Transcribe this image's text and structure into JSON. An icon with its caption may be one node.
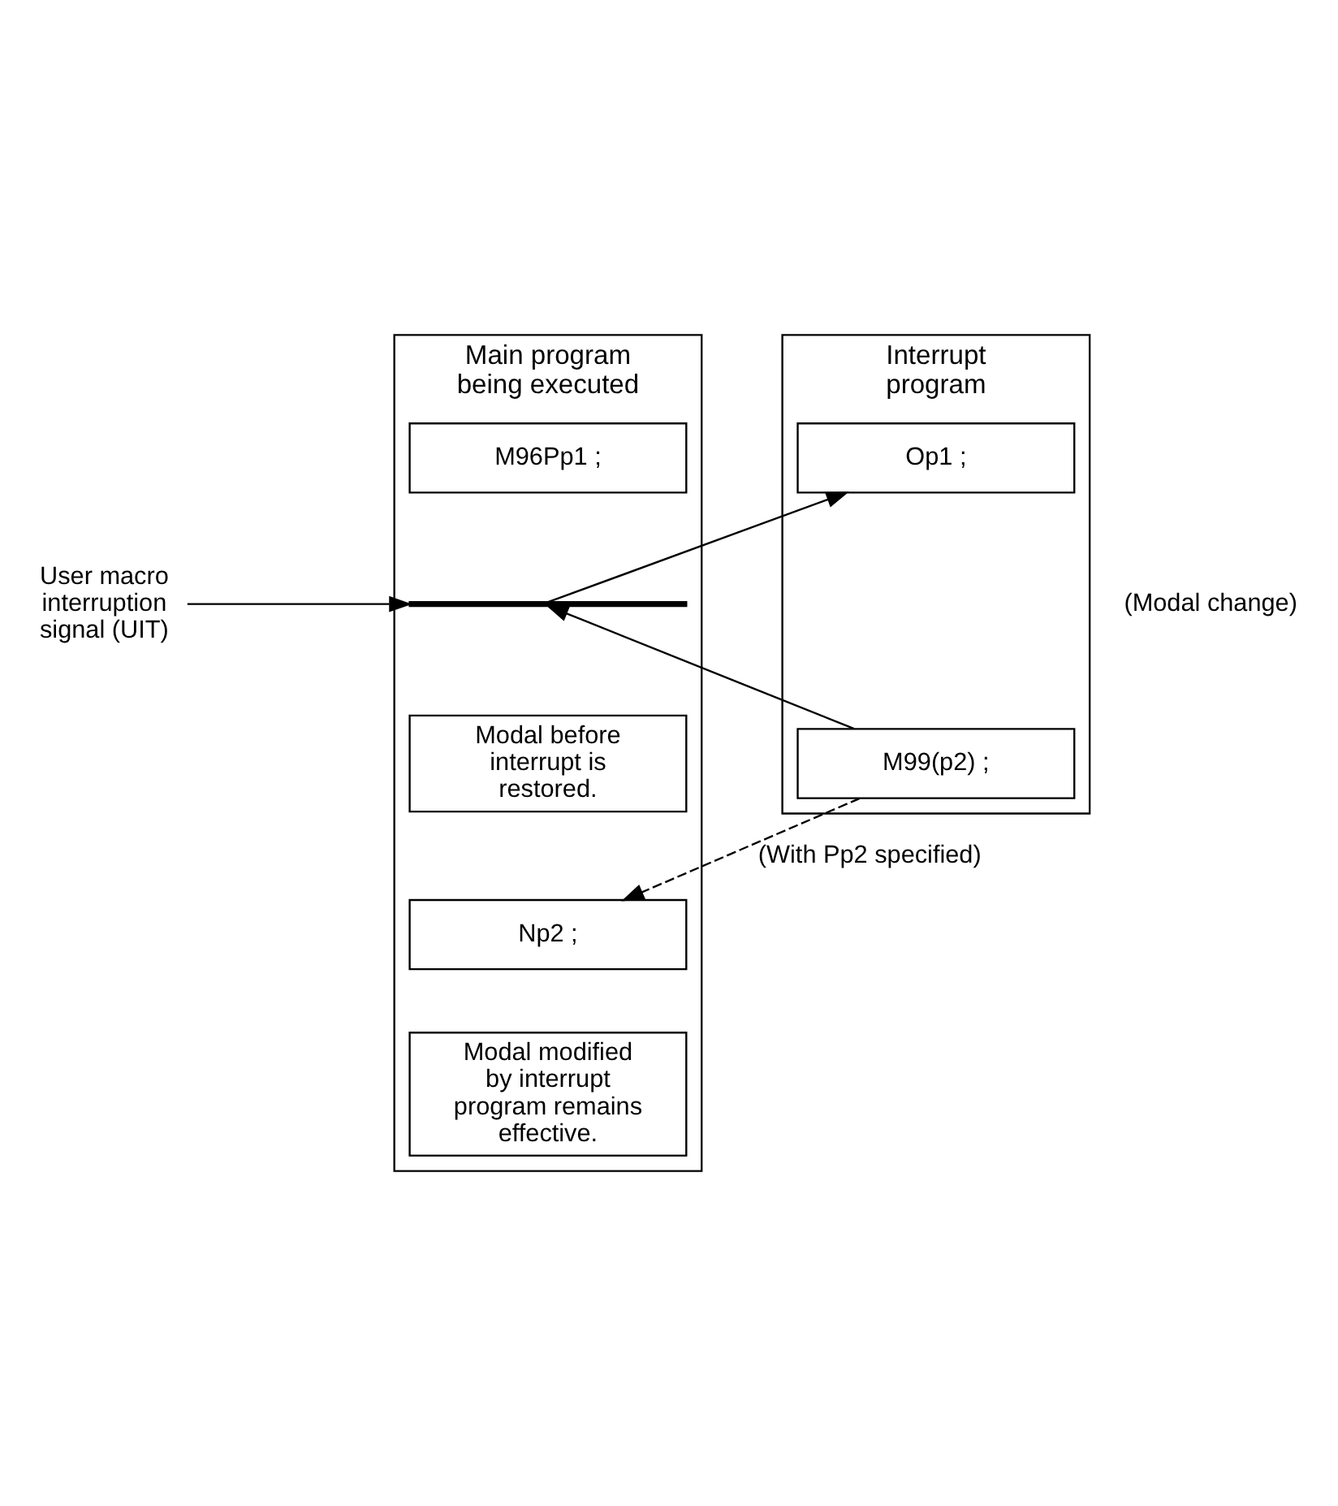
{
  "diagram": {
    "nodes": [
      {
        "text": [
          "Main program being executed"
        ]
      },
      {
        "text": [
          "M96Pp1 ;"
        ],
        "in": 0
      },
      {
        "text": [],
        "shape": "bar",
        "in": 0
      },
      {
        "text": [
          "Modal before interrupt is restored."
        ],
        "in": 0
      },
      {
        "text": [
          "Np2 ;"
        ],
        "in": 0
      },
      {
        "text": [
          "Modal modified by interrupt program remains effective."
        ],
        "in": 0
      },
      {
        "text": [
          "Interrupt program"
        ]
      },
      {
        "text": [
          "Op1 ;"
        ],
        "in": 6
      },
      {
        "text": [
          "M99(p2) ;"
        ],
        "in": 6
      },
      {
        "text": [
          "User macro interruption signal (UIT)"
        ]
      }
    ],
    "edges": [
      {
        "from": 9,
        "to": 2,
        "arrow": "to"
      },
      {
        "from": 2,
        "to": 7,
        "arrow": "to"
      },
      {
        "from": 8,
        "to": 2,
        "arrow": "to"
      },
      {
        "from": 8,
        "to": 4,
        "arrow": "to",
        "style": "dashed",
        "label": "(With Pp2 specified)"
      }
    ],
    "labels": [
      "(Modal change)"
    ]
  }
}
